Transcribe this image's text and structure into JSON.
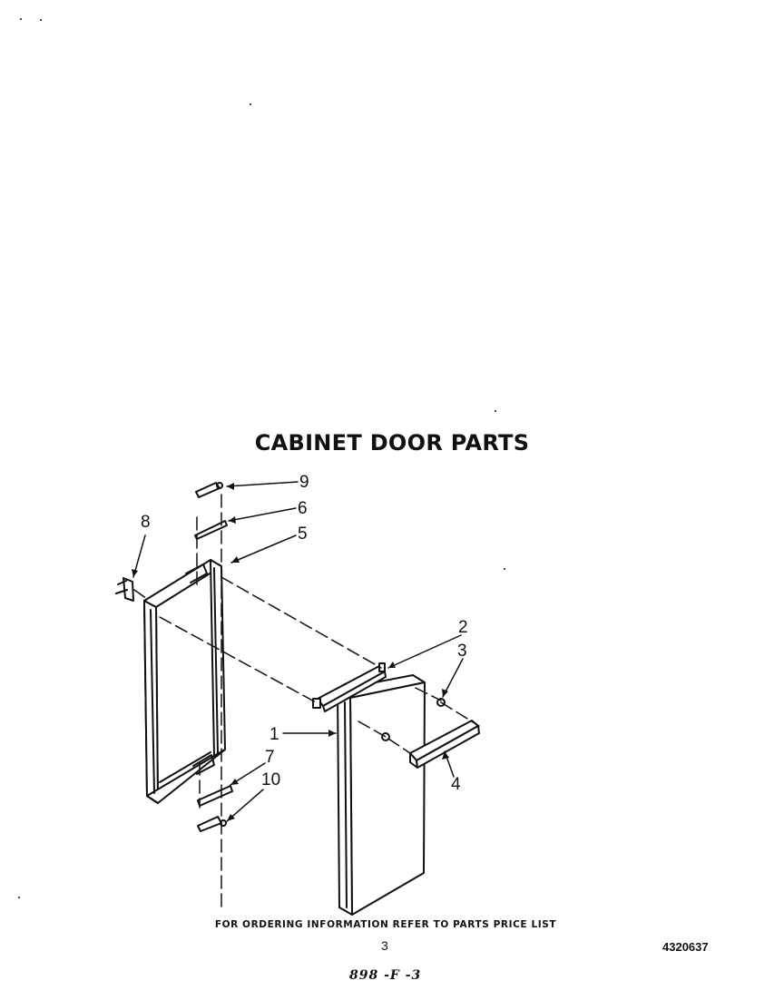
{
  "title": "CABINET DOOR PARTS",
  "callouts": {
    "c1": "1",
    "c2": "2",
    "c3": "3",
    "c4": "4",
    "c5": "5",
    "c6": "6",
    "c7": "7",
    "c8": "8",
    "c9": "9",
    "c10": "10"
  },
  "footer": {
    "ordering_note": "FOR ORDERING INFORMATION REFER TO PARTS PRICE LIST",
    "page_number": "3",
    "part_code": "4320637",
    "handwritten_note": "898 -F -3"
  }
}
